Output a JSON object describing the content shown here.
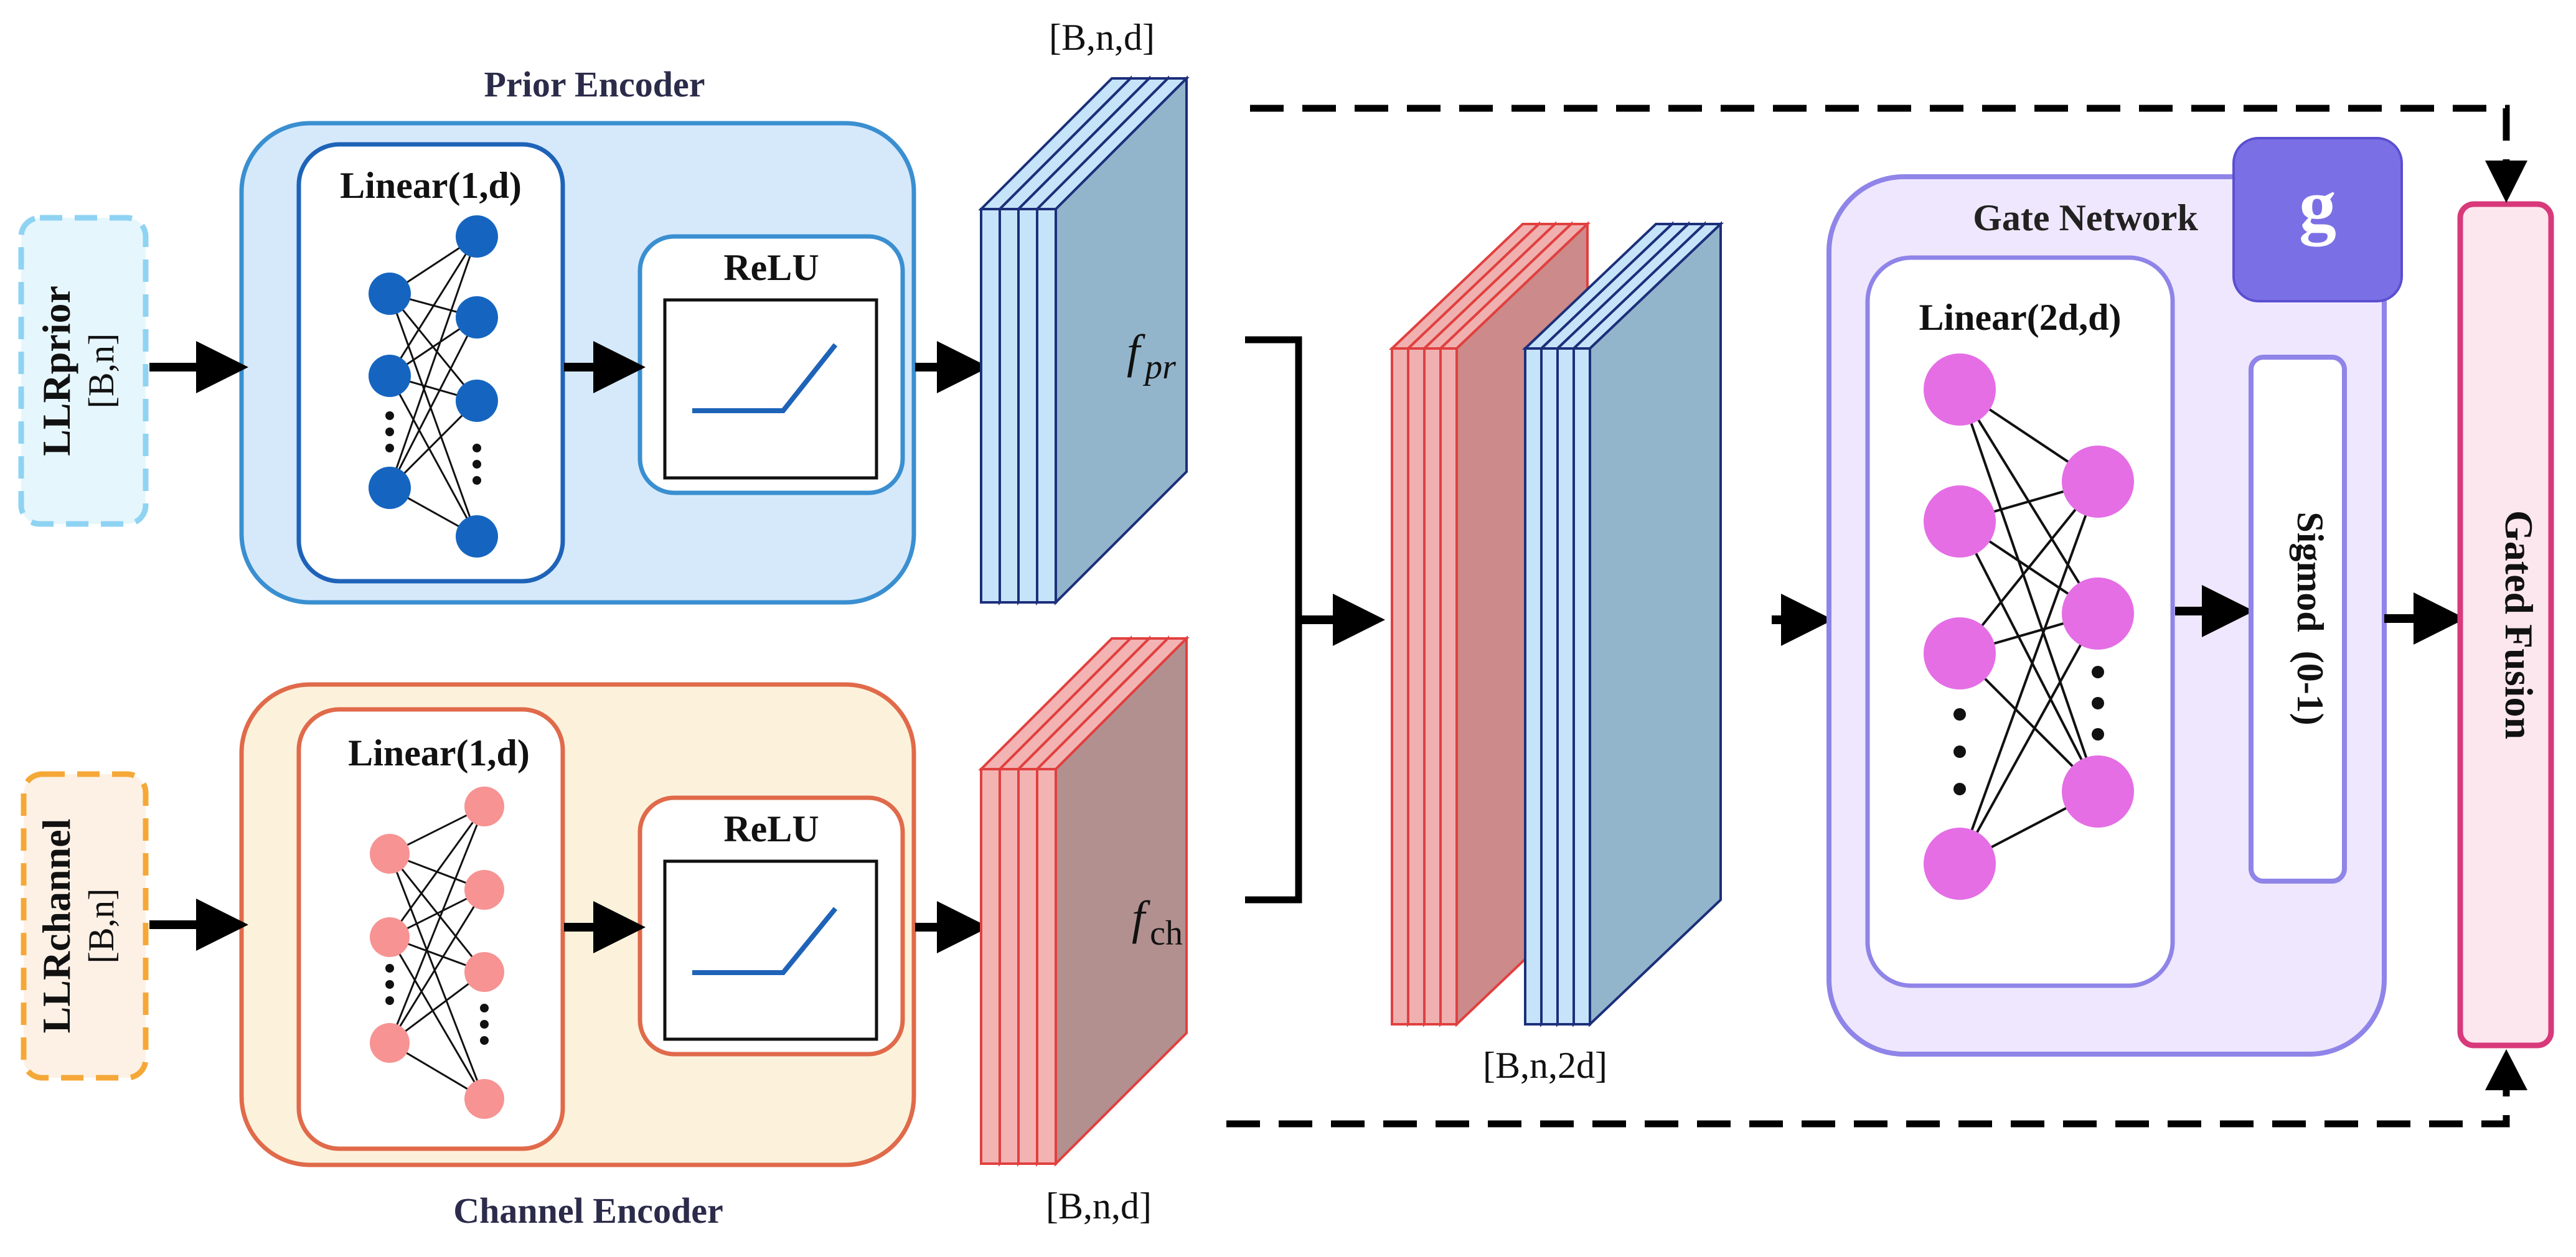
{
  "prior_input": {
    "label": "LLRprior",
    "shape": "[B,n]"
  },
  "channel_input": {
    "label": "LLRchannel",
    "shape": "[B,n]"
  },
  "prior_encoder": {
    "title": "Prior Encoder",
    "linear_label": "Linear(1,d)",
    "relu_label": "ReLU"
  },
  "channel_encoder": {
    "title": "Channel Encoder",
    "linear_label": "Linear(1,d)",
    "relu_label": "ReLU"
  },
  "prior_feature": {
    "shape": "[B,n,d]",
    "symbol": "f",
    "subscript": "pr"
  },
  "channel_feature": {
    "shape": "[B,n,d]",
    "symbol": "f",
    "subscript": "ch"
  },
  "concat_feature": {
    "shape": "[B,n,2d]"
  },
  "gate_network": {
    "title": "Gate Network",
    "badge": "g",
    "linear_label": "Linear(2d,d)",
    "sigmoid_label": "Sigmod  (0-1)"
  },
  "gated_fusion": {
    "label": "Gated Fusion"
  },
  "colors": {
    "prior_blue": "#3a8fd0",
    "prior_fill": "#d6e9fb",
    "channel_orange": "#e06a4a",
    "channel_fill": "#fcf2dc",
    "gate_purple": "#8f84e8",
    "gate_fill": "#efe7fd",
    "fusion_pink": "#d8397a",
    "neuron_blue": "#1565c0",
    "neuron_pink": "#f79393",
    "neuron_magenta": "#e56ee5"
  }
}
